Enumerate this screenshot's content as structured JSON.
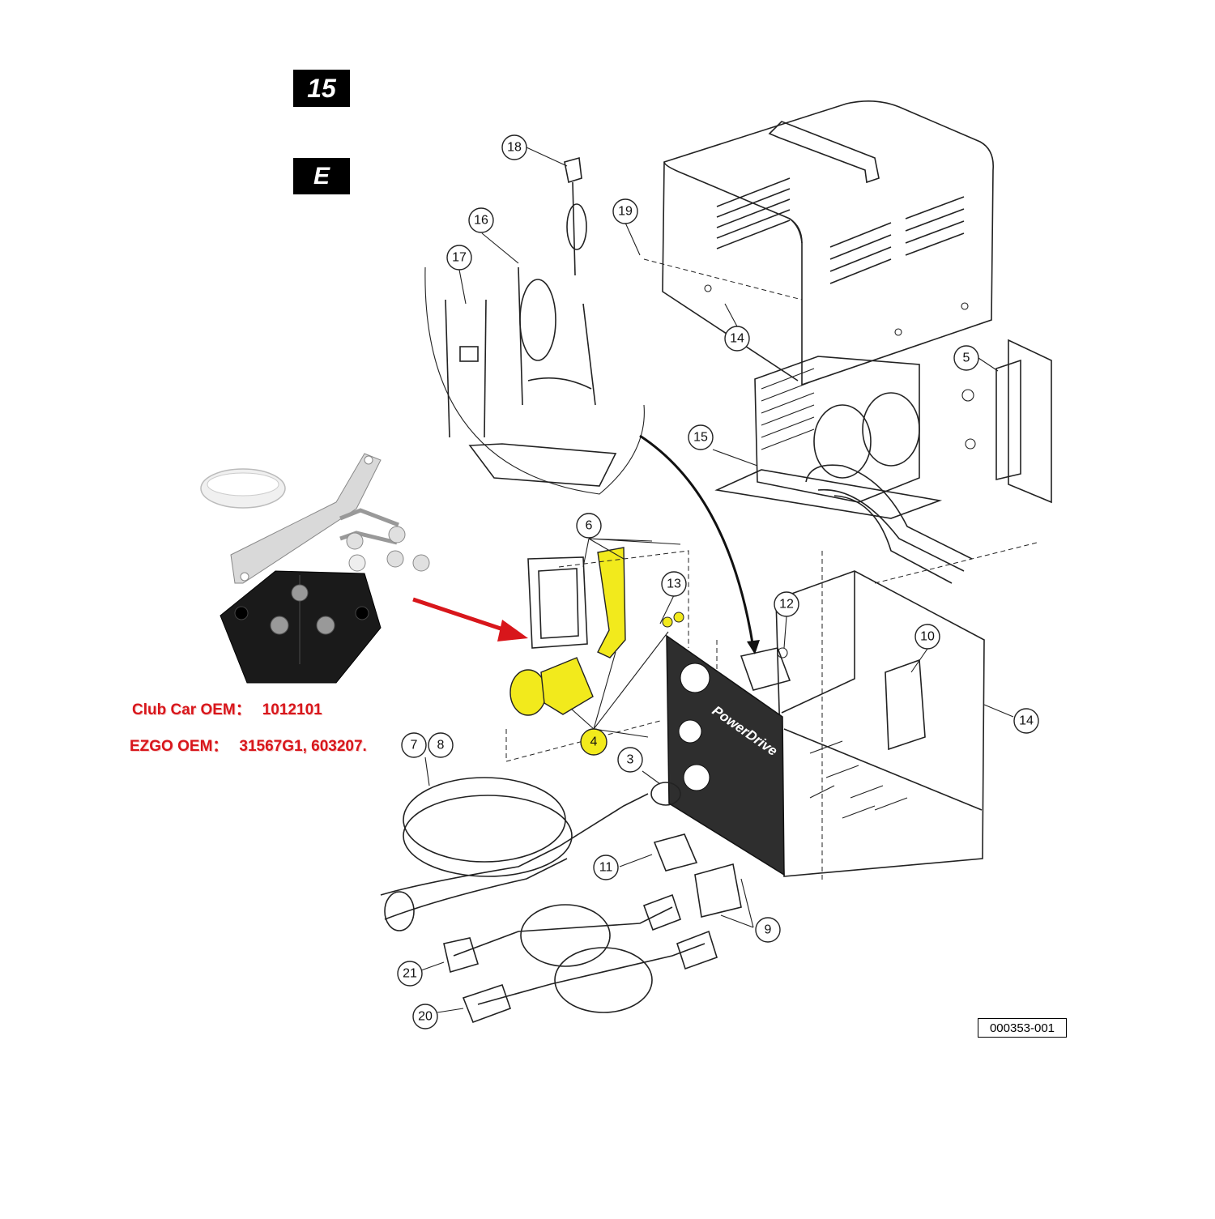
{
  "badges": {
    "page_number": "15",
    "section_letter": "E"
  },
  "oem": {
    "club_car_label": "Club Car OEM：",
    "club_car_value": "1012101",
    "ezgo_label": "EZGO OEM：",
    "ezgo_value": "31567G1, 603207."
  },
  "figure_code": "000353-001",
  "brand_mark": "PowerDrive",
  "highlight_color": "#f2ea1c",
  "arrow_color": "#d8161b",
  "callouts": [
    "18",
    "16",
    "17",
    "19",
    "14",
    "5",
    "15",
    "6",
    "13",
    "12",
    "10",
    "14",
    "4",
    "7",
    "8",
    "3",
    "11",
    "9",
    "21",
    "20"
  ]
}
